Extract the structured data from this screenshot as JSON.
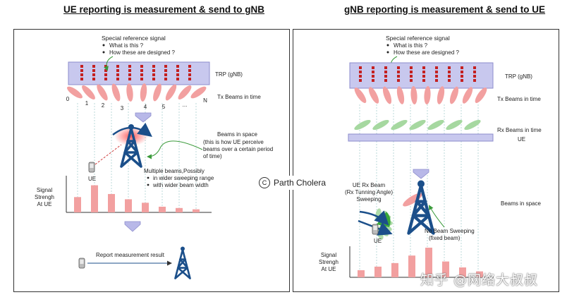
{
  "left": {
    "title": "UE reporting is measurement & send to gNB",
    "callout_title": "Special reference signal",
    "callout_items": [
      "What is this ?",
      "How these are designed ?"
    ],
    "trp_label": "TRP (gNB)",
    "tx_beams_label": "Tx Beams in time",
    "beam_indices": [
      "0",
      "1",
      "2",
      "3",
      "4",
      "5",
      "...",
      "N"
    ],
    "beams_in_space_title": "Beams in space",
    "beams_in_space_desc": [
      "(this is how UE perceive",
      "beams over a certain period",
      "of time)"
    ],
    "ue_label": "UE",
    "multiple_beams_title": "Multiple beams,Possibly",
    "multiple_beams_items": [
      "in wider sweeping range",
      "with wider beam width"
    ],
    "signal_label": [
      "Signal",
      "Strengh",
      "At UE"
    ],
    "report_label": "Report measurement result",
    "bar_values": [
      0.35,
      0.62,
      0.42,
      0.3,
      0.22,
      0.13,
      0.1,
      0.07
    ]
  },
  "right": {
    "title": "gNB reporting is measurement & send to UE",
    "callout_title": "Special reference signal",
    "callout_items": [
      "What is this ?",
      "How these are designed ?"
    ],
    "trp_label": "TRP (gNB)",
    "tx_beams_label": "Tx Beams in time",
    "rx_beams_label": "Rx Beams in time",
    "ue_bar_label": "UE",
    "ue_rx_beam": [
      "UE Rx Beam",
      "(Rx Tunning Angle)",
      "Sweeping"
    ],
    "beams_in_space_label": "Beams in space",
    "no_sweep": [
      "No Beam Sweeping",
      "(fixed beam)"
    ],
    "ue_label": "UE",
    "signal_label": [
      "Signal",
      "Strengh",
      "At UE"
    ],
    "bar_values": [
      0.18,
      0.27,
      0.36,
      0.55,
      0.75,
      0.4,
      0.25,
      0.15
    ]
  },
  "credit": {
    "icon": "C",
    "text": "Parth Cholera"
  },
  "watermark": "知乎 @网络大叔叔",
  "colors": {
    "trp_fill": "#c8c8ee",
    "trp_stroke": "#8c8ccc",
    "element_red": "#c42020",
    "tx_beam": "#f2a0a0",
    "rx_beam": "#a6d8a0",
    "tower_blue": "#1b4f8a",
    "arrow_lavender": "#b8b8e8"
  }
}
